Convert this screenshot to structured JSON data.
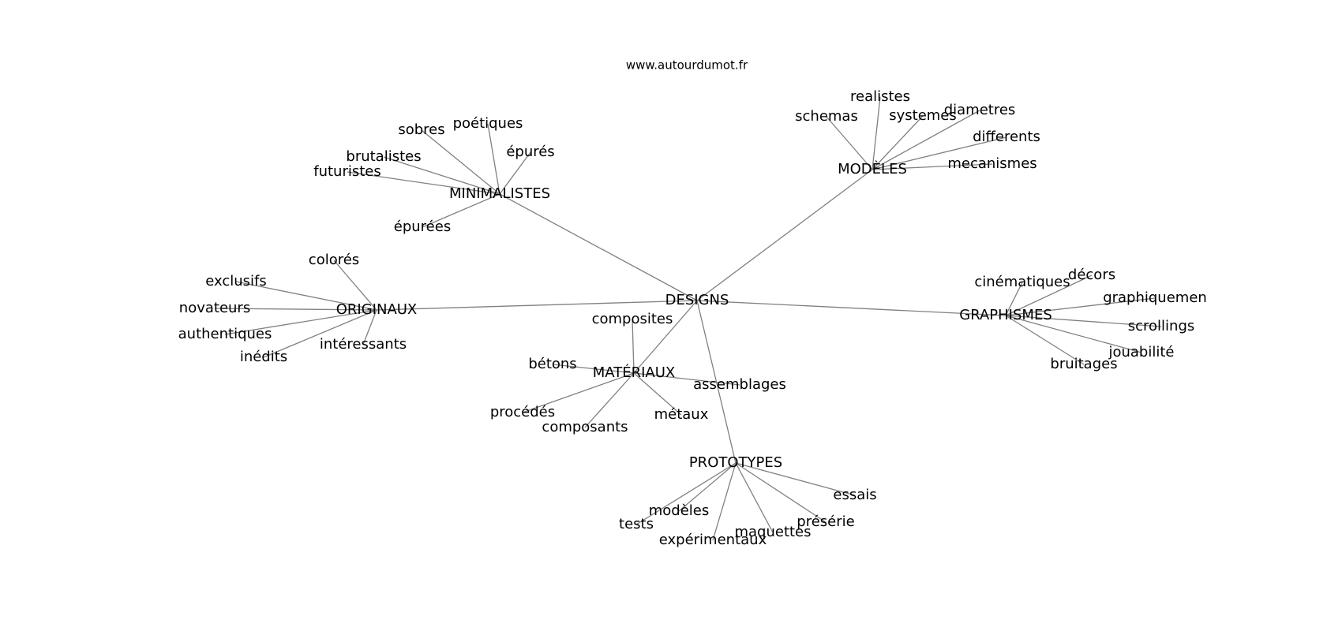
{
  "source": "www.autourdumot.fr",
  "center": "DESIGNS",
  "groups": [
    {
      "hub": "MINIMALISTES",
      "words": [
        "sobres",
        "poétiques",
        "épurés",
        "brutalistes",
        "futuristes",
        "épurées"
      ]
    },
    {
      "hub": "MODÈLES",
      "words": [
        "schemas",
        "realistes",
        "systemes",
        "diametres",
        "differents",
        "mecanismes"
      ]
    },
    {
      "hub": "ORIGINAUX",
      "words": [
        "colorés",
        "exclusifs",
        "novateurs",
        "authentiques",
        "inédits",
        "intéressants"
      ]
    },
    {
      "hub": "GRAPHISMES",
      "words": [
        "cinématiques",
        "décors",
        "graphiquemen",
        "scrollings",
        "jouabilité",
        "bruitages"
      ]
    },
    {
      "hub": "MATÉRIAUX",
      "words": [
        "composites",
        "bétons",
        "assemblages",
        "procédés",
        "composants",
        "métaux"
      ]
    },
    {
      "hub": "PROTOTYPES",
      "words": [
        "essais",
        "modèles",
        "tests",
        "expérimentaux",
        "maquettes",
        "présérie"
      ]
    }
  ]
}
